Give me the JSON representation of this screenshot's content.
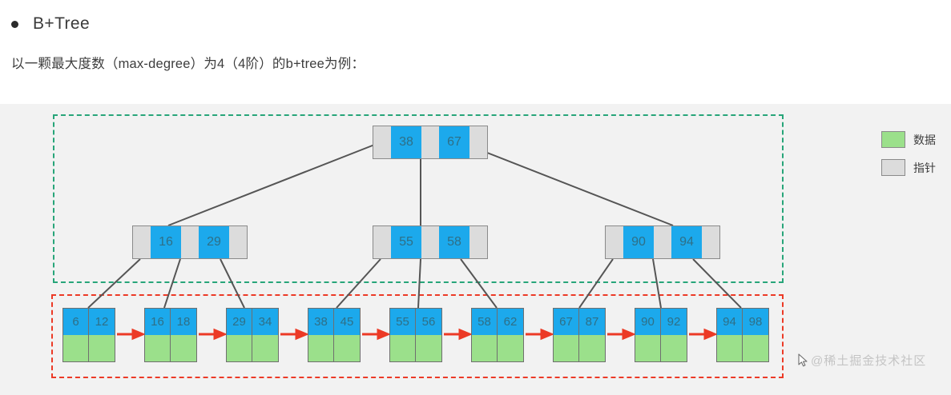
{
  "header": {
    "bullet_title": "B+Tree",
    "subtitle": "以一颗最大度数（max-degree）为4（4阶）的b+tree为例："
  },
  "legend": {
    "items": [
      {
        "label": "数据",
        "color": "#9be08b",
        "name": "data"
      },
      {
        "label": "指针",
        "color": "#dcdcdc",
        "name": "pointer"
      }
    ]
  },
  "watermark": {
    "text": "@稀土掘金技术社区"
  },
  "colors": {
    "key_blue": "#1ca9ec",
    "data_green": "#9be08b",
    "pointer_gray": "#dcdcdc",
    "link_arrow_red": "#ec3a26",
    "internal_group_border": "#27a579",
    "leaf_group_border": "#ec3a26",
    "edge_line": "#555555",
    "canvas_bg": "#f2f2f2"
  },
  "tree": {
    "root": {
      "keys": [
        "38",
        "67"
      ],
      "pointer_count": 3
    },
    "internal": [
      {
        "keys": [
          "16",
          "29"
        ],
        "pointer_count": 3
      },
      {
        "keys": [
          "55",
          "58"
        ],
        "pointer_count": 3
      },
      {
        "keys": [
          "90",
          "94"
        ],
        "pointer_count": 3
      }
    ],
    "leaves": [
      {
        "keys": [
          "6",
          "12"
        ]
      },
      {
        "keys": [
          "16",
          "18"
        ]
      },
      {
        "keys": [
          "29",
          "34"
        ]
      },
      {
        "keys": [
          "38",
          "45"
        ]
      },
      {
        "keys": [
          "55",
          "56"
        ]
      },
      {
        "keys": [
          "58",
          "62"
        ]
      },
      {
        "keys": [
          "67",
          "87"
        ]
      },
      {
        "keys": [
          "90",
          "92"
        ]
      },
      {
        "keys": [
          "94",
          "98"
        ]
      }
    ]
  }
}
